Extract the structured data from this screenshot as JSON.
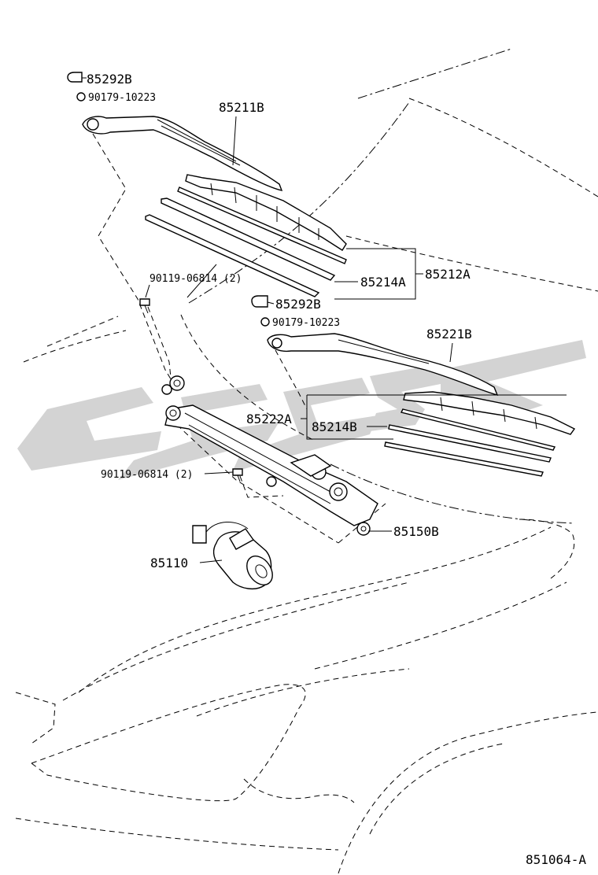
{
  "labels": {
    "cap_upper": "85292B",
    "nut_upper": "90179-10223",
    "arm_left": "85211B",
    "bolt_upper": "90119-06814 (2)",
    "refill_left": "85214A",
    "blade_left": "85212A",
    "cap_lower": "85292B",
    "nut_lower": "90179-10223",
    "arm_right": "85221B",
    "blade_right": "85222A",
    "refill_right": "85214B",
    "bolt_lower": "90119-06814 (2)",
    "link_assy": "85150B",
    "motor": "85110",
    "figure_code": "851064-A"
  },
  "colors": {
    "line": "#000000",
    "watermark": "#d3d3d3",
    "background": "#ffffff"
  }
}
